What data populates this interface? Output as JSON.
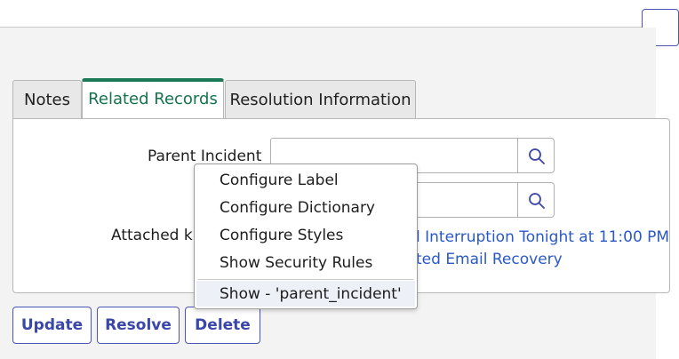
{
  "tabs": [
    {
      "label": "Notes",
      "active": false
    },
    {
      "label": "Related Records",
      "active": true
    },
    {
      "label": "Resolution Information",
      "active": false
    }
  ],
  "fields": {
    "parent_incident_label": "Parent Incident",
    "attached_kb_label": "Attached kr",
    "attached_kb_links": [
      "l Interruption Tonight at 11:00 PM",
      "ted Email Recovery"
    ]
  },
  "context_menu": {
    "items": [
      "Configure Label",
      "Configure Dictionary",
      "Configure Styles",
      "Show Security Rules",
      "Show - 'parent_incident'"
    ]
  },
  "buttons": {
    "update": "Update",
    "resolve": "Resolve",
    "delete": "Delete"
  },
  "colors": {
    "accent": "#1a7a57",
    "button_border": "#4a55b5",
    "link": "#2a59c7"
  },
  "icons": [
    "search-icon"
  ]
}
